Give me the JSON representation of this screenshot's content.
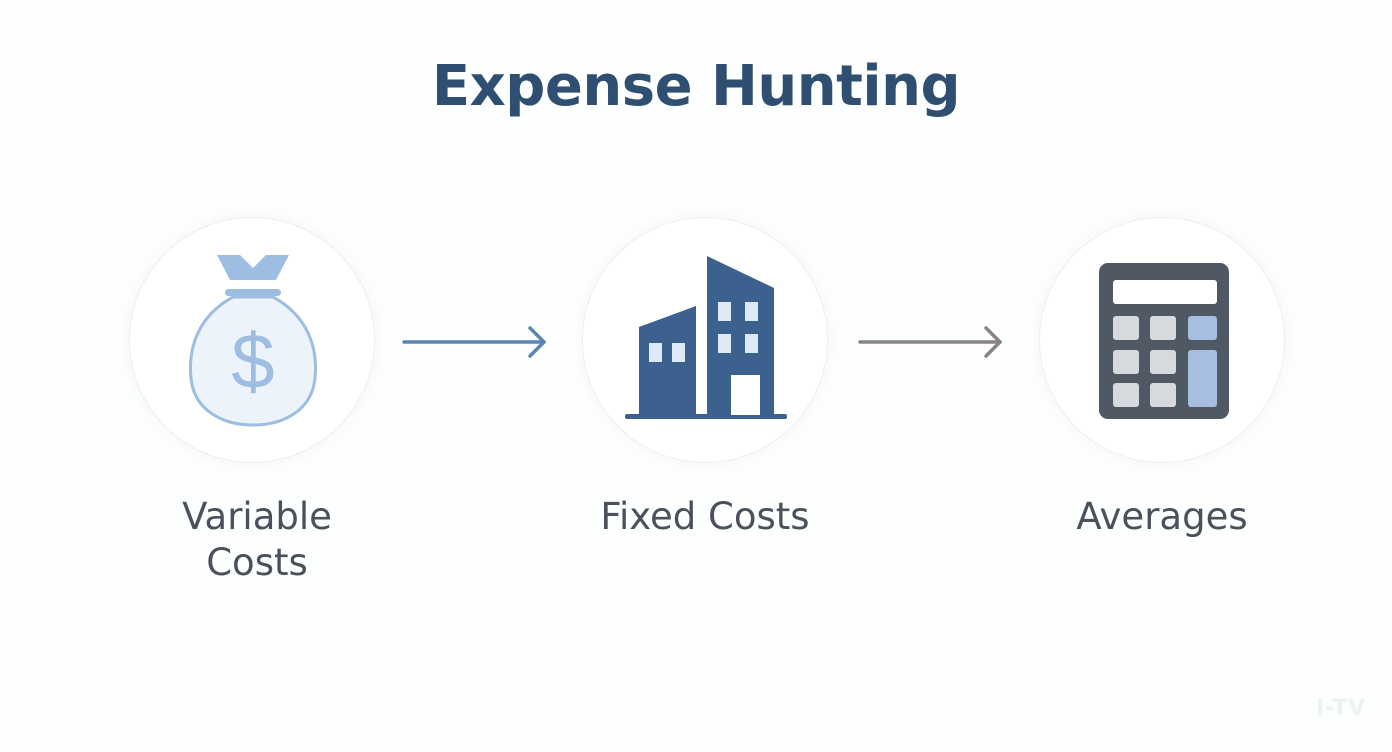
{
  "title": "Expense Hunting",
  "steps": [
    {
      "label_line1": "Variable",
      "label_line2": "Costs",
      "icon": "money-bag-icon"
    },
    {
      "label": "Fixed Costs",
      "icon": "office-building-icon"
    },
    {
      "label": "Averages",
      "icon": "calculator-icon"
    }
  ],
  "connectors": [
    {
      "icon": "arrow-right-icon",
      "color": "#5b86b4"
    },
    {
      "icon": "arrow-right-icon",
      "color": "#8a8383"
    }
  ],
  "colors": {
    "title": "#2f4f72",
    "label": "#4b515b",
    "money_bag": "#9dbde3",
    "building": "#3c618f",
    "calculator_body": "#505863",
    "calculator_accent": "#a6bfe0"
  },
  "watermark": "I-TV"
}
